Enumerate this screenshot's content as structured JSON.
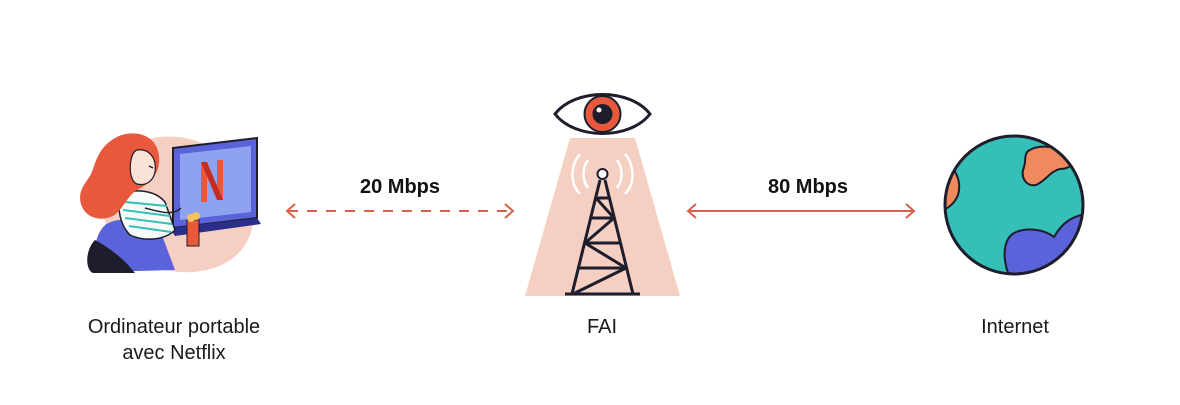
{
  "nodes": {
    "laptop": {
      "label_line1": "Ordinateur portable",
      "label_line2": "avec Netflix"
    },
    "isp": {
      "label": "FAI"
    },
    "internet": {
      "label": "Internet"
    }
  },
  "links": {
    "laptop_isp": {
      "speed": "20 Mbps",
      "style": "dashed"
    },
    "isp_internet": {
      "speed": "80 Mbps",
      "style": "solid"
    }
  },
  "colors": {
    "arrow": "#d9614a",
    "accent_orange": "#e8583d",
    "beam_pink": "#f6cfc3",
    "globe_teal": "#35bfb7",
    "globe_blue": "#5a63d9",
    "globe_orange": "#ef8a5e",
    "outline": "#1d1d2b"
  },
  "icons": {
    "laptop": "person-watching-netflix-icon",
    "isp": "surveillance-tower-icon",
    "eye": "eye-icon",
    "internet": "globe-icon",
    "netflix": "netflix-logo-icon"
  }
}
